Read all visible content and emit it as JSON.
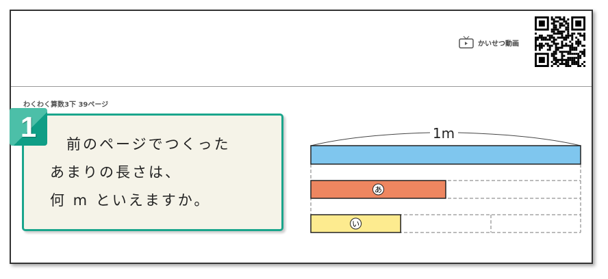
{
  "header": {
    "video_label": "かいせつ動画",
    "video_icon": "tv-play-icon"
  },
  "source": "わくわく算数3下 39ページ",
  "question": {
    "number": "1",
    "lines": [
      "　前のページでつくった",
      "あまりの長さは、",
      "何 m といえますか。"
    ]
  },
  "diagram": {
    "total_label": "1m",
    "bar_a_label": "あ",
    "bar_i_label": "い",
    "bar_a_fraction": 0.5,
    "bar_i_fraction": 0.333,
    "colors": {
      "total": "#7fc6ee",
      "a": "#ee8660",
      "i": "#fdeb8f",
      "accent": "#1aa58c"
    }
  }
}
